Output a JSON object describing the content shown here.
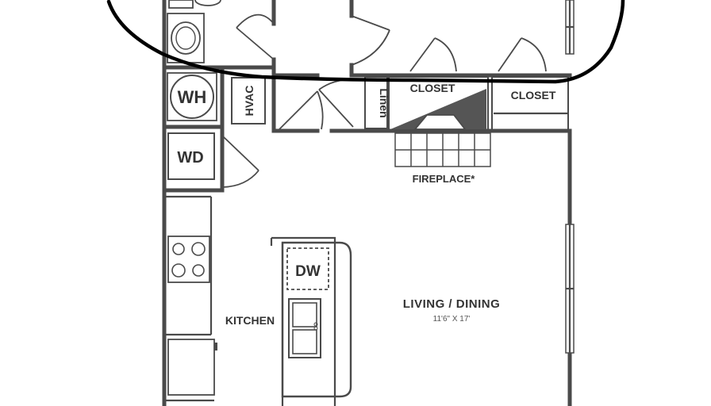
{
  "labels": {
    "closet_left": "CLOSET",
    "closet_right": "CLOSET",
    "linen": "Linen",
    "hvac": "HVAC",
    "wh": "WH",
    "wd": "WD",
    "fireplace": "FIREPLACE*",
    "dw": "DW",
    "kitchen": "KITCHEN",
    "living": "LIVING / DINING",
    "living_dims": "11'6\" X 17'"
  },
  "colors": {
    "wall": "#4a4a4a",
    "fill_dark": "#555555",
    "ink": "#000000"
  }
}
